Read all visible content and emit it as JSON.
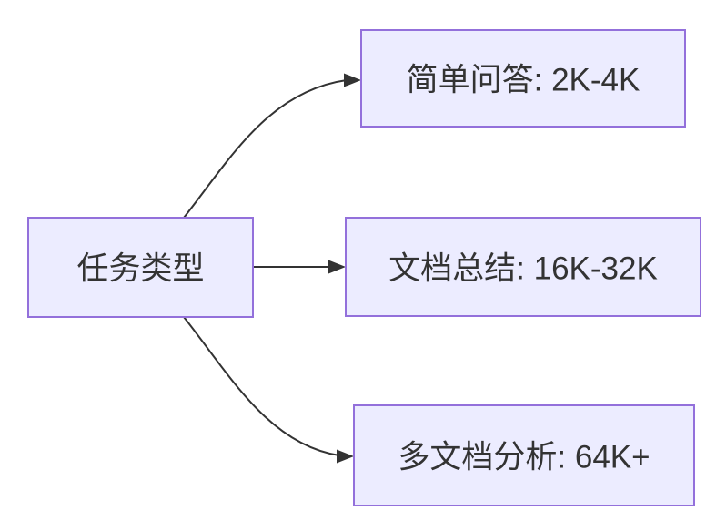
{
  "diagram": {
    "type": "flowchart",
    "direction": "LR",
    "nodes": [
      {
        "id": "root",
        "label": "任务类型"
      },
      {
        "id": "simple-qa",
        "label": "简单问答: 2K-4K"
      },
      {
        "id": "doc-summary",
        "label": "文档总结: 16K-32K"
      },
      {
        "id": "multi-doc",
        "label": "多文档分析: 64K+"
      }
    ],
    "edges": [
      {
        "from": "root",
        "to": "simple-qa",
        "style": "curved-up",
        "arrow": "filled-triangle"
      },
      {
        "from": "root",
        "to": "doc-summary",
        "style": "straight",
        "arrow": "filled-triangle"
      },
      {
        "from": "root",
        "to": "multi-doc",
        "style": "curved-down",
        "arrow": "filled-triangle"
      }
    ],
    "colors": {
      "node_fill": "#ECECFF",
      "node_border": "#9370DB",
      "edge_stroke": "#333333",
      "label_text": "#333333",
      "background": "#FFFFFF"
    }
  }
}
